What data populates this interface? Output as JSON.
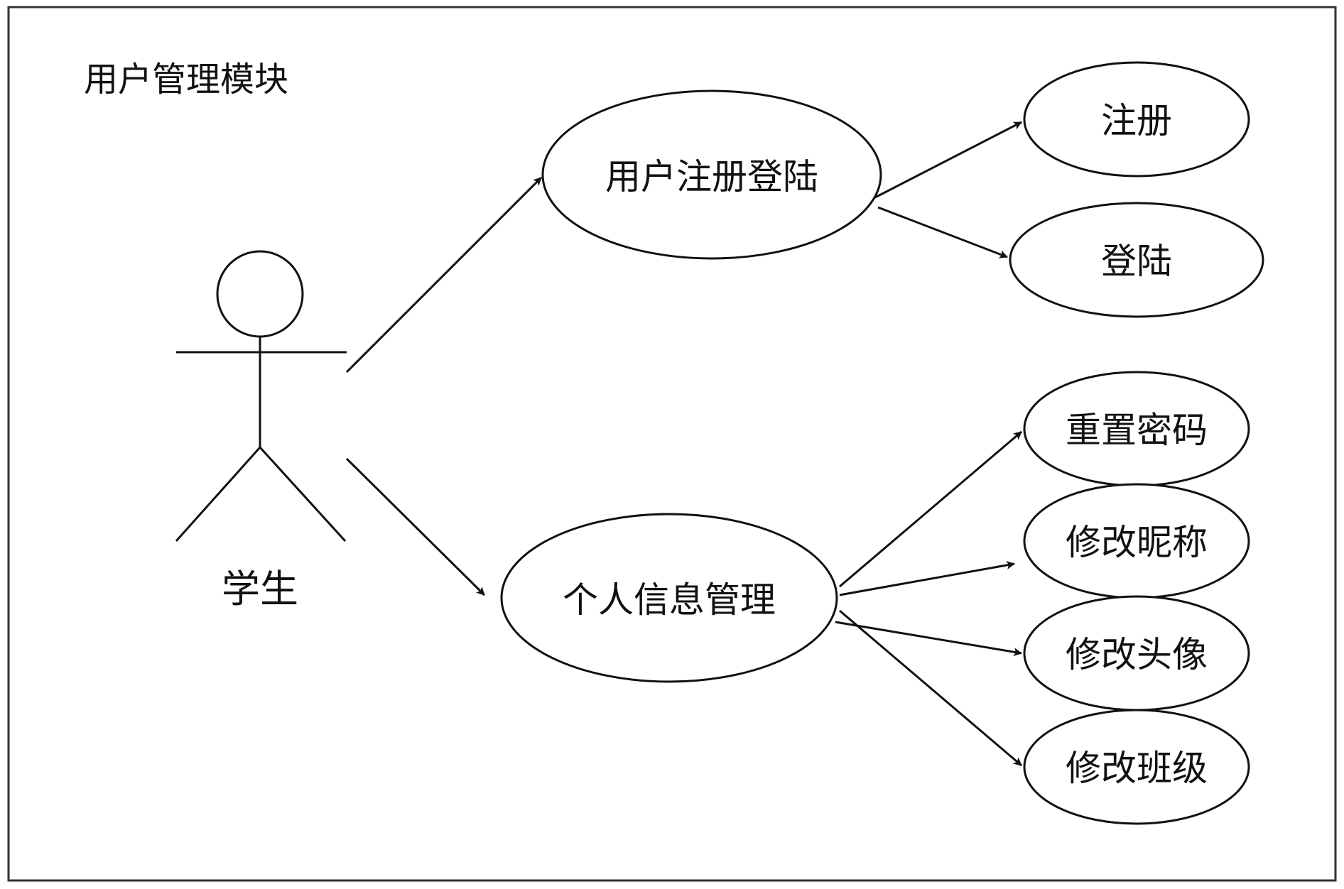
{
  "diagram": {
    "title": "用户管理模块",
    "actor": {
      "label": "学生"
    },
    "use_cases": {
      "register_login": "用户注册登陆",
      "register": "注册",
      "login": "登陆",
      "personal_info": "个人信息管理",
      "reset_password": "重置密码",
      "change_nickname": "修改昵称",
      "change_avatar": "修改头像",
      "change_class": "修改班级"
    },
    "colors": {
      "stroke": "#111111",
      "frame": "#333333",
      "background": "#ffffff"
    }
  }
}
